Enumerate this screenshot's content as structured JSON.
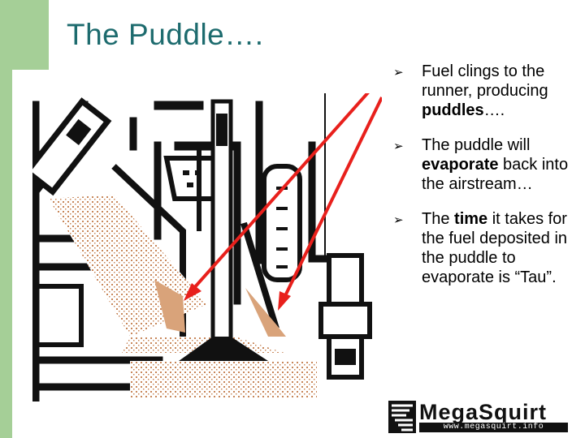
{
  "slide": {
    "title": "The Puddle….",
    "bullets": [
      {
        "pre": "Fuel clings to the runner, producing ",
        "em": "puddles",
        "post": "…."
      },
      {
        "pre": "The puddle will ",
        "em": "evaporate",
        "post": " back into the airstream…"
      },
      {
        "pre": "The ",
        "em": "time",
        "post": " it takes for the fuel deposited in the puddle to evaporate is “Tau”."
      }
    ],
    "bullet_glyph": "➢",
    "tau_word": "Tau",
    "logo": {
      "name": "MegaSquirt",
      "url": "www.megasquirt.info"
    },
    "colors": {
      "accent_bar": "#a5cf97",
      "title": "#1d6b6e",
      "arrow": "#e8201c",
      "fuel_spray": "#d9a37a"
    }
  }
}
